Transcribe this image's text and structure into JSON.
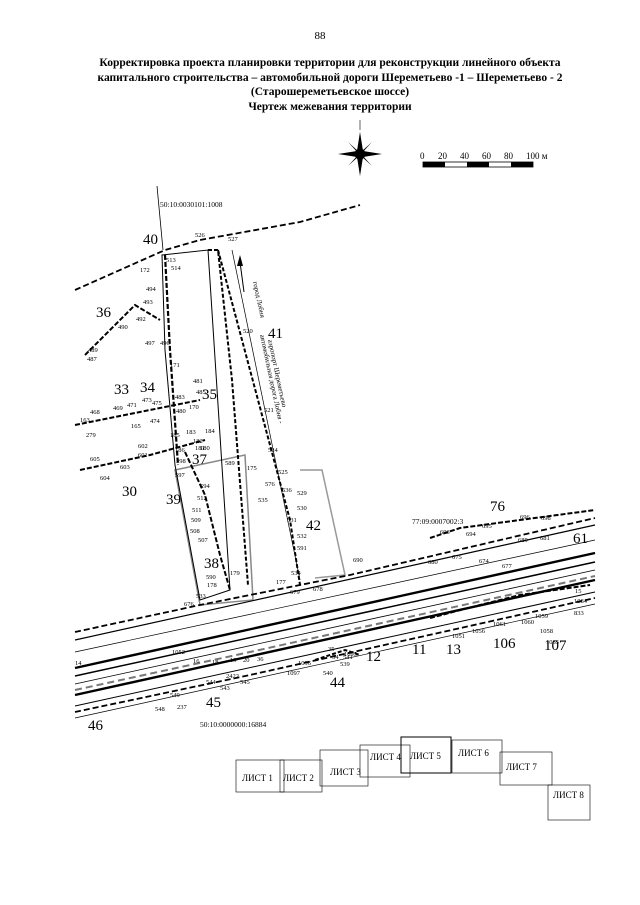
{
  "page_number": "88",
  "title_lines": [
    "Корректировка проекта планировки территории для реконструкции линейного объекта",
    "капитального строительства – автомобильной дороги Шереметьево -1 – Шереметьево - 2",
    "(Старошереметьевское шоссе)",
    "Чертеж межевания территории"
  ],
  "scale_bar": {
    "ticks": [
      "0",
      "20",
      "40",
      "60",
      "80",
      "100 м"
    ]
  },
  "cadastral": {
    "north": "50:10:0030101:1008",
    "east": "77:09:0007002:3",
    "south": "50:10:0000000:16884"
  },
  "road_label_1": "город Лобня",
  "road_label_2": "автомобильная дорога Лобня -",
  "road_label_3": "аэропорт Шереметьево",
  "areas": [
    "40",
    "36",
    "41",
    "33",
    "34",
    "35",
    "37",
    "30",
    "39",
    "42",
    "38",
    "76",
    "61",
    "12",
    "11",
    "13",
    "106",
    "107",
    "44",
    "45",
    "46"
  ],
  "points": [
    "526",
    "527",
    "514",
    "513",
    "172",
    "494",
    "493",
    "492",
    "490",
    "489",
    "487",
    "497",
    "496",
    "520",
    "171",
    "481",
    "485",
    "469",
    "468",
    "471",
    "473",
    "475",
    "474",
    "483",
    "480",
    "170",
    "165",
    "279",
    "163",
    "521",
    "524",
    "184",
    "183",
    "182",
    "181",
    "180",
    "185",
    "186",
    "602",
    "601",
    "605",
    "604",
    "603",
    "598",
    "597",
    "594",
    "589",
    "512",
    "511",
    "509",
    "508",
    "507",
    "175",
    "576",
    "525",
    "536",
    "535",
    "529",
    "530",
    "531",
    "532",
    "591",
    "590",
    "179",
    "178",
    "533",
    "534",
    "678",
    "177",
    "679",
    "690",
    "693",
    "694",
    "695",
    "696",
    "698",
    "681",
    "689",
    "680",
    "675",
    "674",
    "677",
    "676",
    "1052",
    "1051",
    "1056",
    "1061",
    "1060",
    "1059",
    "1058",
    "1085",
    "1084",
    "833",
    "15",
    "16",
    "18",
    "19",
    "20",
    "36",
    "35",
    "34",
    "541",
    "540",
    "539",
    "1095",
    "1096",
    "1097",
    "545",
    "544",
    "543",
    "2422",
    "549",
    "548",
    "237",
    "14"
  ],
  "sheet_index": [
    "ЛИСТ 1",
    "ЛИСТ 2",
    "ЛИСТ 3",
    "ЛИСТ 4",
    "ЛИСТ 5",
    "ЛИСТ 6",
    "ЛИСТ 7",
    "ЛИСТ 8"
  ]
}
